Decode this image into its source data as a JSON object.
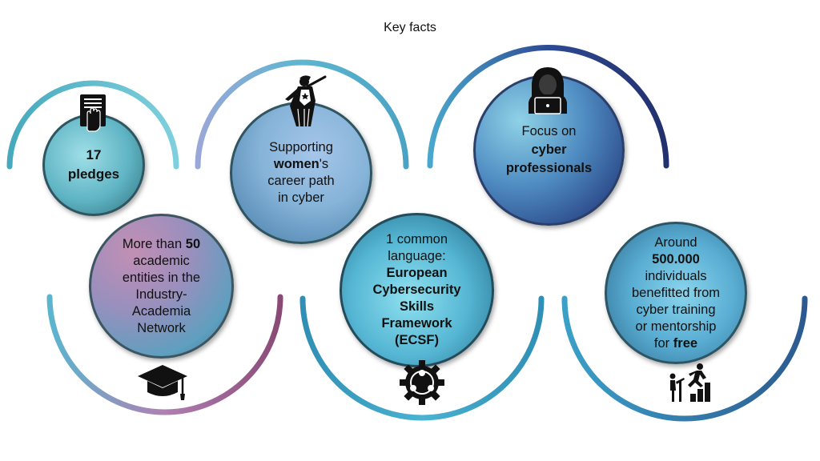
{
  "title": "Key facts",
  "facts": {
    "pledges": {
      "number": "17",
      "label": "pledges"
    },
    "women": {
      "line1": "Supporting",
      "bold": "women",
      "suffix": "'s",
      "line3": "career path",
      "line4": "in cyber"
    },
    "professionals": {
      "line1": "Focus on",
      "bold1": "cyber",
      "bold2": "professionals"
    },
    "academic": {
      "prefix": "More than",
      "bold": "50",
      "line2": "academic",
      "line3": "entities in the",
      "line4": "Industry-",
      "line5": "Academia",
      "line6": "Network"
    },
    "language": {
      "line1": "1 common",
      "line2": "language:",
      "bold1": "European",
      "bold2": "Cybersecurity",
      "bold3": "Skills",
      "bold4": "Framework",
      "bold5": "(ECSF)"
    },
    "training": {
      "line1": "Around",
      "bold1": "500.000",
      "line3": "individuals",
      "line4": "benefitted from",
      "line5": "cyber training",
      "line6": "or mentorship",
      "prefix7": "for",
      "bold7": "free"
    }
  },
  "icons": [
    "hand-pledge-icon",
    "superhero-icon",
    "hacker-icon",
    "graduation-cap-icon",
    "gear-network-icon",
    "career-growth-icon"
  ],
  "colors": {
    "teal": "#5ab8c8",
    "purple": "#b07aa8",
    "navy": "#2b3f8a",
    "dark_teal": "#2f5560"
  }
}
